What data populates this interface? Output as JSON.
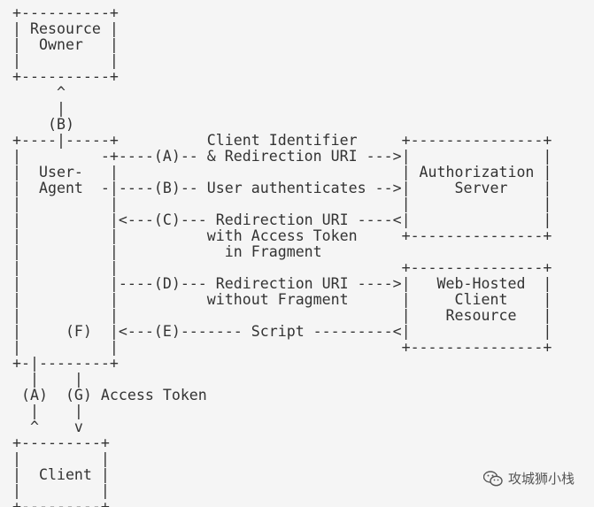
{
  "diagram": {
    "lines": [
      "+----------+",
      "| Resource |",
      "|  Owner   |",
      "|          |",
      "+----------+",
      "     ^",
      "     |",
      "    (B)",
      "+----|-----+          Client Identifier     +---------------+",
      "|         -+----(A)-- & Redirection URI --->|               |",
      "|  User-   |                                | Authorization |",
      "|  Agent  -|----(B)-- User authenticates -->|     Server    |",
      "|          |                                |               |",
      "|          |<---(C)--- Redirection URI ----<|               |",
      "|          |          with Access Token     +---------------+",
      "|          |            in Fragment",
      "|          |                                +---------------+",
      "|          |----(D)--- Redirection URI ---->|   Web-Hosted  |",
      "|          |          without Fragment      |     Client    |",
      "|          |                                |    Resource   |",
      "|     (F)  |<---(E)------- Script ---------<|               |",
      "|          |                                +---------------+",
      "+-|--------+",
      "  |    |",
      " (A)  (G) Access Token",
      "  |    |",
      "  ^    v",
      "+---------+",
      "|         |",
      "|  Client |",
      "|         |",
      "+---------+"
    ]
  },
  "watermark": {
    "text": "攻城狮小栈",
    "icon": "wechat-icon"
  }
}
